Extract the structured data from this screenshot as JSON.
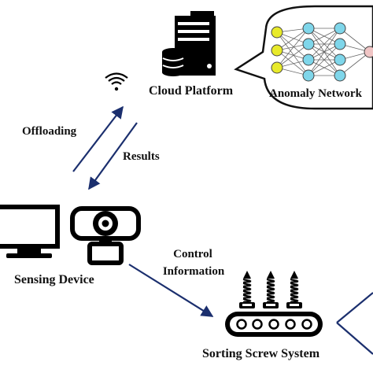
{
  "cloud": {
    "label": "Cloud Platform",
    "icon": "server-database-icon"
  },
  "network": {
    "label": "Anomaly Network",
    "icon": "neural-network-icon",
    "node_colors": [
      "#e8ea2a",
      "#7fd6ea",
      "#7fd6ea",
      "#f0c5c5"
    ]
  },
  "wireless": {
    "icon": "wifi-icon"
  },
  "links": {
    "offloading": "Offloading",
    "results": "Results",
    "control_line1": "Control",
    "control_line2": "Information"
  },
  "sensing": {
    "label": "Sensing Device",
    "icons": [
      "monitor-icon",
      "webcam-icon"
    ]
  },
  "sorting": {
    "label": "Sorting Screw System",
    "icon": "screw-conveyor-icon"
  }
}
